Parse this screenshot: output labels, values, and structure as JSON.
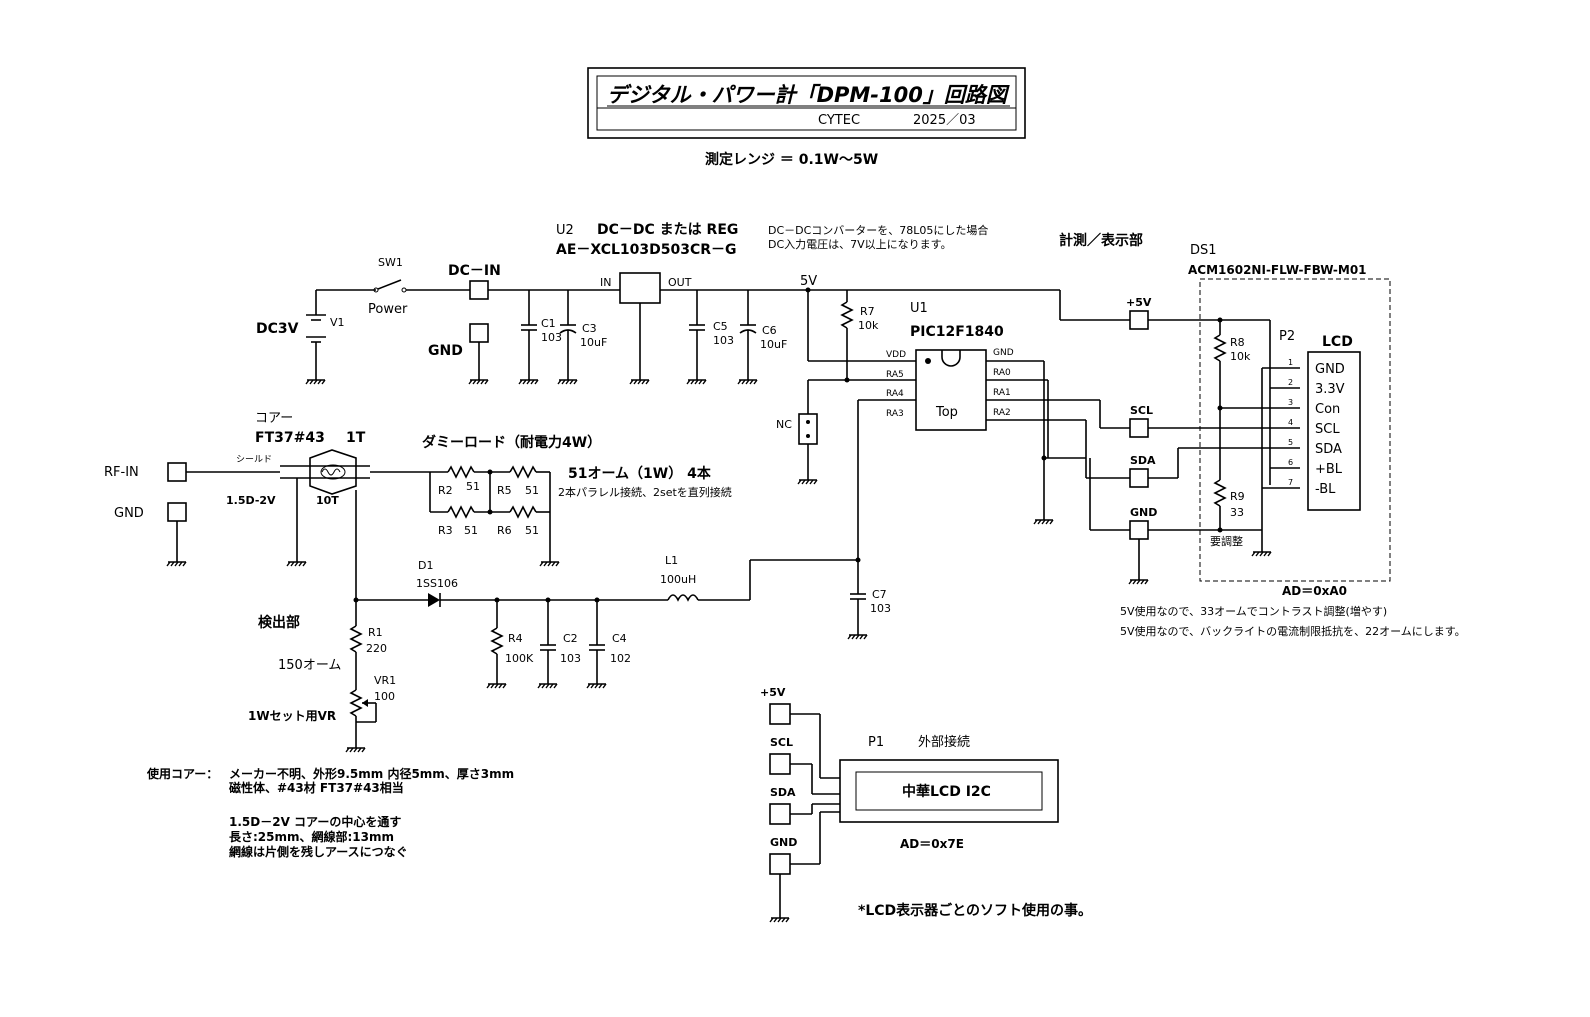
{
  "title": {
    "main": "デジタル・パワー計「DPM-100」回路図",
    "company": "CYTEC",
    "date": "2025／03"
  },
  "range": "測定レンジ ＝ 0.1W～5W",
  "power_section": {
    "u2_label": "U2",
    "u2_desc": "DC－DC または REG",
    "u2_part": "AE－XCL103D503CR－G",
    "note_line1": "DC－DCコンバーターを、78L05にした場合",
    "note_line2": "DC入力電圧は、7V以上になります。",
    "sw1": "SW1",
    "power": "Power",
    "dc_in": "DC－IN",
    "gnd": "GND",
    "dc3v": "DC3V",
    "v1": "V1",
    "in": "IN",
    "out": "OUT",
    "v5": "5V",
    "c1": "C1",
    "c1v": "103",
    "c3": "C3",
    "c3v": "10uF",
    "c5": "C5",
    "c5v": "103",
    "c6": "C6",
    "c6v": "10uF"
  },
  "mcu": {
    "r7": "R7",
    "r7v": "10k",
    "u1": "U1",
    "u1_part": "PIC12F1840",
    "pins_left": [
      "VDD",
      "RA5",
      "RA4",
      "RA3"
    ],
    "pins_right": [
      "GND",
      "RA0",
      "RA1",
      "RA2"
    ],
    "top": "Top",
    "nc": "NC",
    "c7": "C7",
    "c7v": "103",
    "l1": "L1",
    "l1v": "100uH"
  },
  "display": {
    "header": "計測／表示部",
    "ds1": "DS1",
    "ds1_part": "ACM1602NI-FLW-FBW-M01",
    "plus5v": "+5V",
    "scl": "SCL",
    "sda": "SDA",
    "gnd": "GND",
    "r8": "R8",
    "r8v": "10k",
    "r9": "R9",
    "r9v": "33",
    "adjust": "要調整",
    "p2": "P2",
    "lcd": "LCD",
    "lcd_pins": [
      "GND",
      "3.3V",
      "Con",
      "SCL",
      "SDA",
      "+BL",
      "-BL"
    ],
    "pin_nums": [
      "1",
      "2",
      "3",
      "4",
      "5",
      "6",
      "7"
    ],
    "ad": "AD＝0xA0",
    "note1": "5V使用なので、33オームでコントラスト調整(増やす)",
    "note2": "5V使用なので、バックライトの電流制限抵抗を、22オームにします。"
  },
  "rf_section": {
    "rf_in": "RF-IN",
    "gnd": "GND",
    "core": "コアー",
    "core_part": "FT37#43",
    "turns1": "1T",
    "shield": "シールド",
    "cable": "1.5D-2V",
    "turns10": "10T",
    "dummy": "ダミーロード（耐電力4W）",
    "r2": "R2",
    "r2v": "51",
    "r5": "R5",
    "r5v": "51",
    "r3": "R3",
    "r3v": "51",
    "r6": "R6",
    "r6v": "51",
    "r_note1": "51オーム（1W） 4本",
    "r_note2": "2本パラレル接続、2setを直列接続",
    "d1": "D1",
    "d1v": "1SS106",
    "detector": "検出部",
    "r1": "R1",
    "r1v": "220",
    "ohm150": "150オーム",
    "vr1": "VR1",
    "vr1v": "100",
    "vr_note": "1Wセット用VR",
    "r4": "R4",
    "r4v": "100K",
    "c2": "C2",
    "c2v": "103",
    "c4": "C4",
    "c4v": "102"
  },
  "notes": {
    "core_label": "使用コアー：",
    "core_line1": "メーカー不明、外形9.5mm 内径5mm、厚さ3mm",
    "core_line2": "磁性体、#43材 FT37#43相当",
    "cable_line1": "1.5D－2V コアーの中心を通す",
    "cable_line2": "長さ:25mm、網線部:13mm",
    "cable_line3": "網線は片側を残しアースにつなぐ"
  },
  "external": {
    "plus5v": "+5V",
    "scl": "SCL",
    "sda": "SDA",
    "gnd": "GND",
    "p1": "P1",
    "p1_desc": "外部接続",
    "module": "中華LCD I2C",
    "ad": "AD＝0x7E",
    "footnote": "*LCD表示器ごとのソフト使用の事。"
  }
}
